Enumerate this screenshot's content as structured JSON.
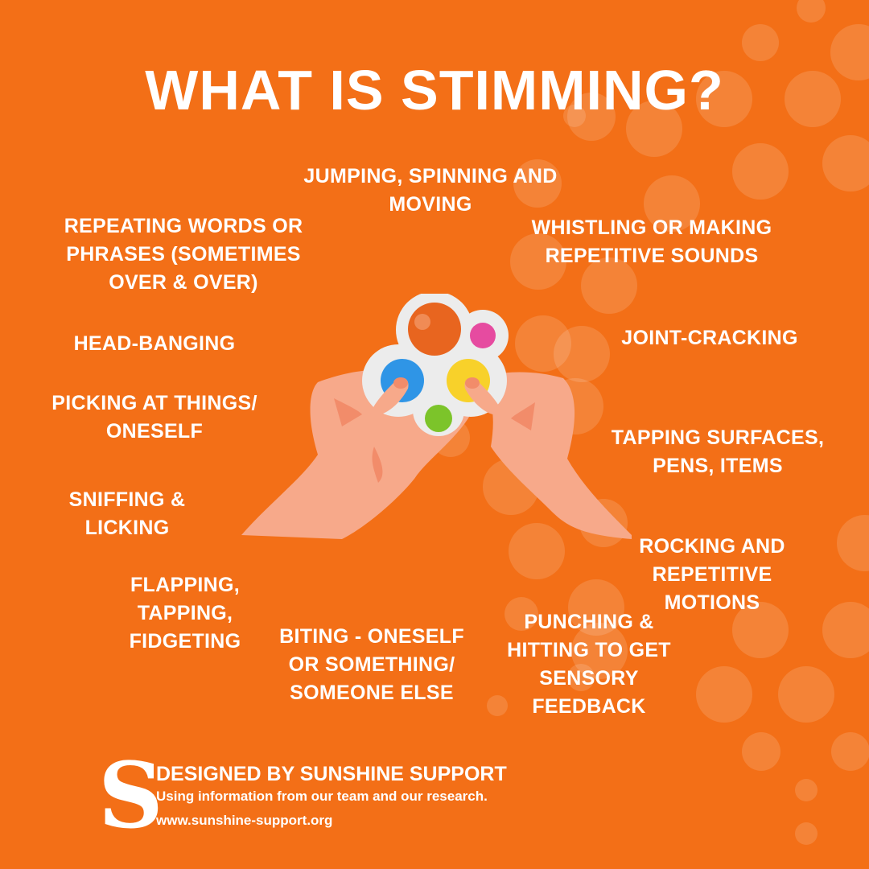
{
  "title": "WHAT IS STIMMING?",
  "colors": {
    "background": "#F36F17",
    "text": "#FFFFFF",
    "bubble": "rgba(255,255,255,0.14)",
    "skin": "#F7A98A",
    "skin_shadow": "#F28C6A",
    "toy_body": "#ECECEC",
    "pop_orange": "#E8651F",
    "pop_pink": "#E64BA0",
    "pop_blue": "#2F95E6",
    "pop_yellow": "#F8D12A",
    "pop_green": "#7CC42A"
  },
  "items": [
    {
      "id": "jumping",
      "text": "JUMPING, SPINNING AND\nMOVING"
    },
    {
      "id": "repeating",
      "text": "REPEATING WORDS OR\nPHRASES (SOMETIMES\nOVER & OVER)"
    },
    {
      "id": "whistling",
      "text": "WHISTLING OR MAKING\nREPETITIVE SOUNDS"
    },
    {
      "id": "head-banging",
      "text": "HEAD-BANGING"
    },
    {
      "id": "joint-cracking",
      "text": "JOINT-CRACKING"
    },
    {
      "id": "picking",
      "text": "PICKING AT THINGS/\nONESELF"
    },
    {
      "id": "tapping-surfaces",
      "text": "TAPPING SURFACES,\nPENS, ITEMS"
    },
    {
      "id": "sniffing",
      "text": "SNIFFING &\nLICKING"
    },
    {
      "id": "rocking",
      "text": "ROCKING AND\nREPETITIVE\nMOTIONS"
    },
    {
      "id": "flapping",
      "text": "FLAPPING,\nTAPPING,\nFIDGETING"
    },
    {
      "id": "biting",
      "text": "BITING - ONESELF\nOR SOMETHING/\nSOMEONE ELSE"
    },
    {
      "id": "punching",
      "text": "PUNCHING &\nHITTING TO GET\nSENSORY\nFEEDBACK"
    }
  ],
  "illustration": {
    "icon": "hands-holding-pop-fidget-toy-icon"
  },
  "footer": {
    "logo_letter": "S",
    "title": "DESIGNED BY SUNSHINE SUPPORT",
    "subtitle": "Using information from our team and our research.",
    "url": "www.sunshine-support.org"
  }
}
